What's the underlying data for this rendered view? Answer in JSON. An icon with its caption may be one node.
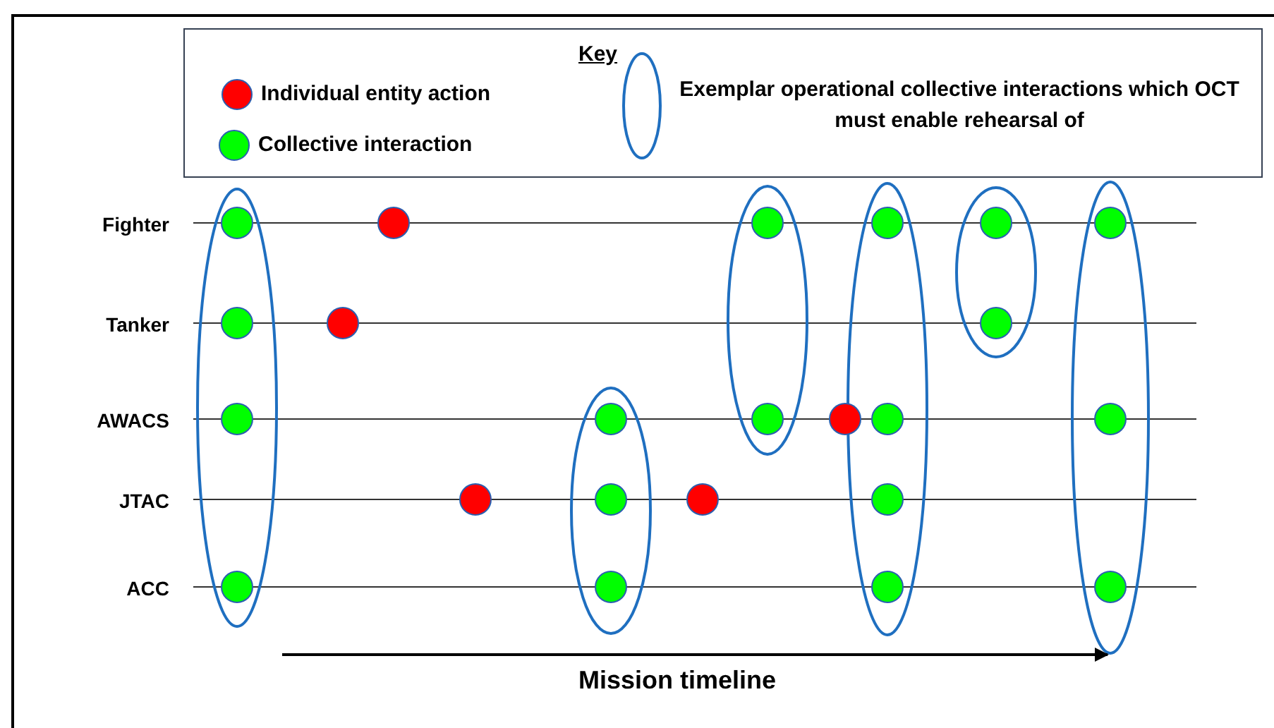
{
  "diagram": {
    "labels": [
      "Key",
      "Fighter",
      "Tanker",
      "AWACS",
      "JTAC",
      "ACC",
      "Mission timeline"
    ],
    "legend": [
      {
        "text": "Individual entity action",
        "color": "#ff0000"
      },
      {
        "text": "Collective interaction",
        "color": "#00ff00"
      },
      {
        "text": "Exemplar operational collective interactions which OCT must enable rehearsal of"
      }
    ]
  }
}
